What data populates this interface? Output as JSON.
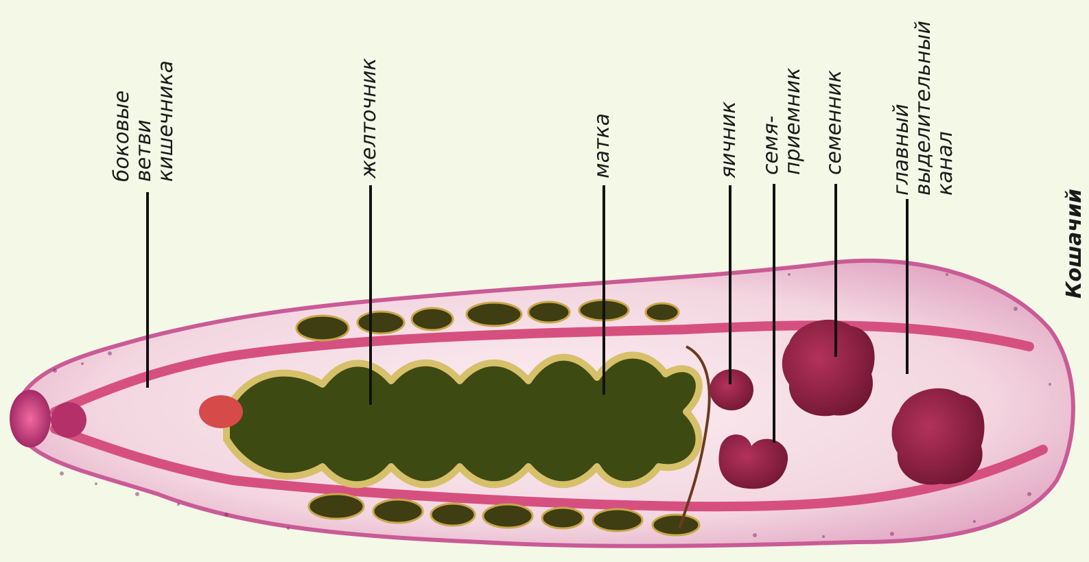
{
  "labels": {
    "side_branches": "боковые\nветви\nкишечника",
    "vitellarium": "желточник",
    "uterus": "матка",
    "ovary": "яичник",
    "seminal_receptacle": "семя-\nприемник",
    "testis": "семенник",
    "excretory_canal": "главный\nвыделительный\nканал"
  },
  "title": "Кошачий",
  "colors": {
    "background": "#f4f8e6",
    "body": "#f3d6e0",
    "body_edge": "#c95b96",
    "gut": "#d6507f",
    "organ": "#8e1d3f",
    "vitellarium": "#3f3d12",
    "uterus_green": "#3d4a12",
    "uterus_yellow": "#d6c06a",
    "line": "#111111"
  }
}
